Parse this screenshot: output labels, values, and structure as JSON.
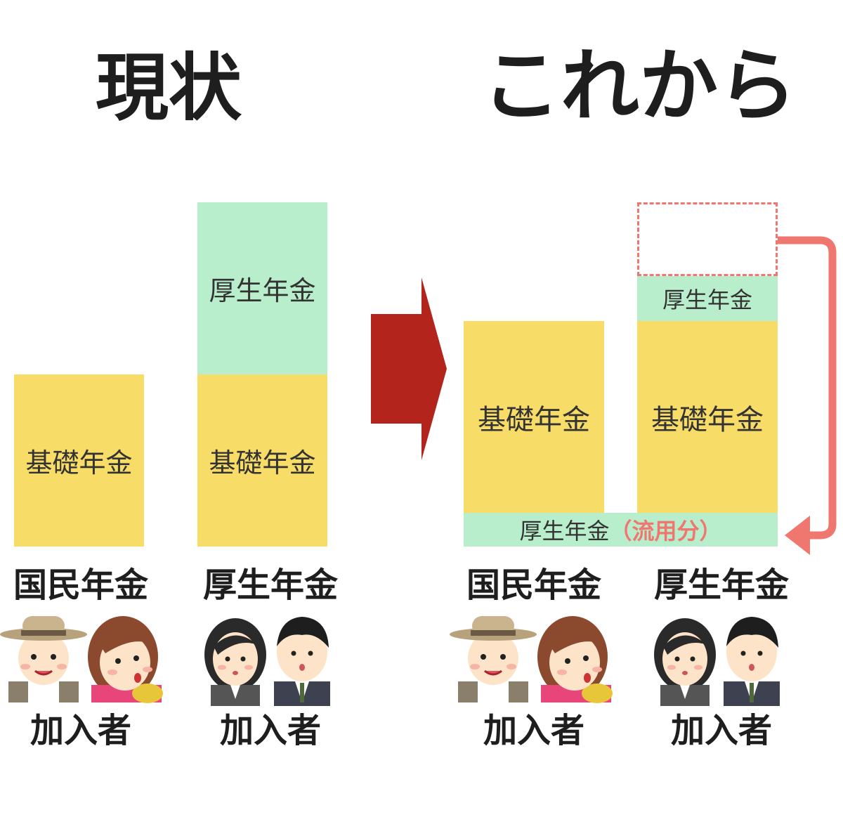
{
  "titles": {
    "current": "現状",
    "future": "これから"
  },
  "labels": {
    "kiso": "基礎年金",
    "kosei": "厚生年金",
    "kosei_diverted_prefix": "厚生年金",
    "kosei_diverted_suffix": "（流用分）",
    "kokumin_group": "国民年金",
    "kosei_group": "厚生年金",
    "members": "加入者"
  },
  "colors": {
    "basic_pension": "#f8dc68",
    "employee_pension": "#b8eecb",
    "transition_arrow": "#b3241c",
    "transfer_arrow": "#ef7770"
  },
  "icons": {
    "transition": "right-arrow-icon",
    "transfer": "elbow-arrow-icon",
    "kokumin_people": [
      "farmer-man-icon",
      "woman-icon"
    ],
    "kosei_people": [
      "office-woman-icon",
      "office-man-icon"
    ]
  }
}
